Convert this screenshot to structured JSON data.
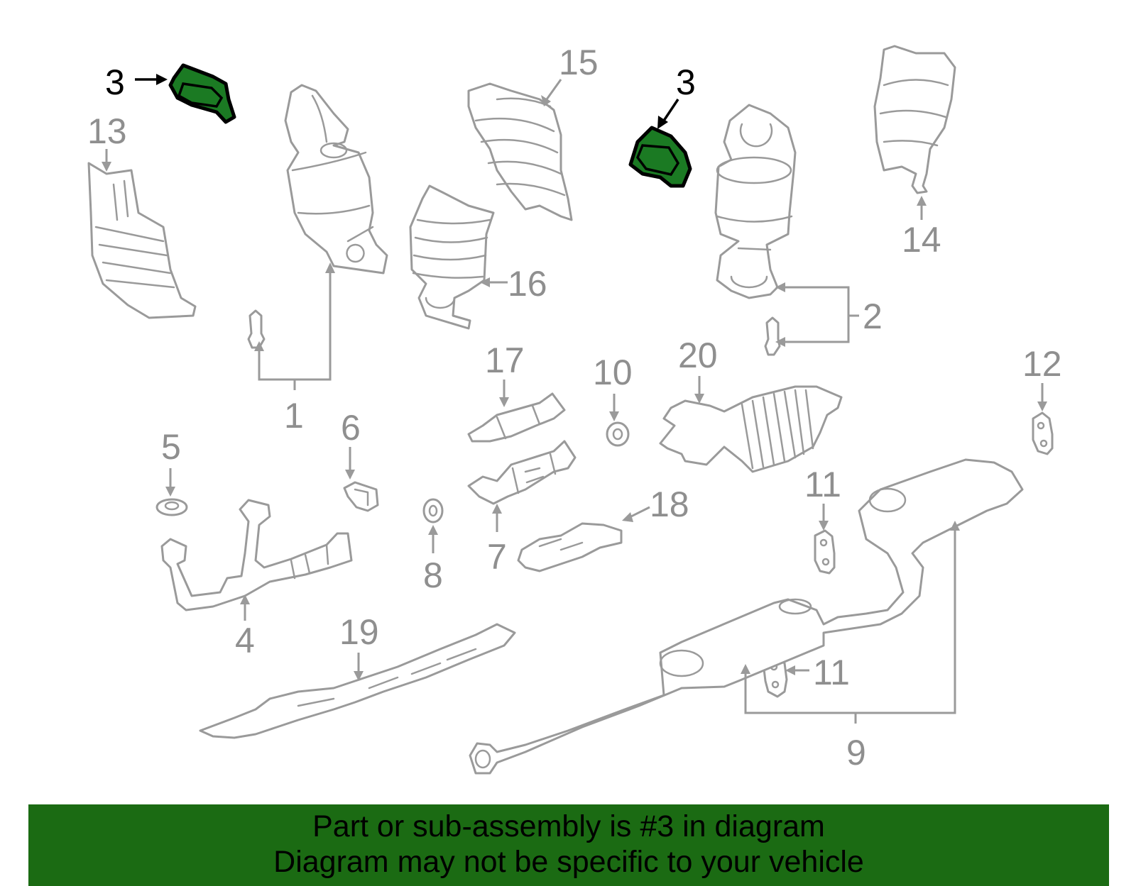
{
  "callouts": {
    "c1": "1",
    "c2": "2",
    "c3a": "3",
    "c3b": "3",
    "c4": "4",
    "c5": "5",
    "c6": "6",
    "c7": "7",
    "c8": "8",
    "c9": "9",
    "c10": "10",
    "c11a": "11",
    "c11b": "11",
    "c12": "12",
    "c13": "13",
    "c14": "14",
    "c15": "15",
    "c16": "16",
    "c17": "17",
    "c18": "18",
    "c19": "19",
    "c20": "20"
  },
  "highlight": {
    "part_number": "3",
    "fill_color": "#1b7a23"
  },
  "banner": {
    "line1": "Part or sub-assembly is #3 in diagram",
    "line2": "Diagram may not be specific to your vehicle",
    "background_color": "#1b6b13"
  }
}
